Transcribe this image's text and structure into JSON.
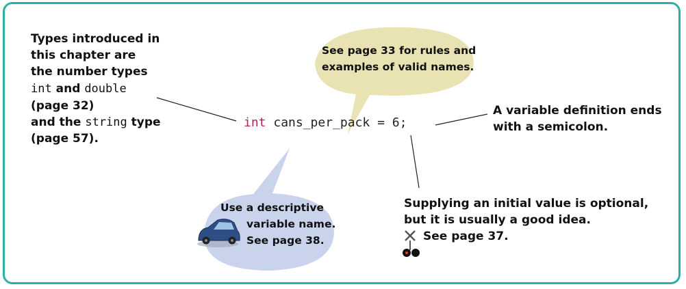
{
  "code": {
    "keyword": "int",
    "rest": " cans_per_pack = 6;"
  },
  "left_note": {
    "line1": "Types introduced in",
    "line2": "this chapter are",
    "line3": "the number types",
    "line4_code1": "int",
    "line4_and": " and ",
    "line4_code2": "double",
    "line5": "(page 32)",
    "line6_text": "and the ",
    "line6_code": "string",
    "line6_type": " type",
    "line7": "(page 57)."
  },
  "top_bubble": {
    "line1": "See page 33 for rules and",
    "line2": "examples of valid names."
  },
  "right_note": {
    "line1": "A variable definition ends",
    "line2": "with a semicolon."
  },
  "bottom_bubble": {
    "line1": "Use a descriptive",
    "line2": "variable name.",
    "line3": "See page 38."
  },
  "bottom_right_note": {
    "line1": "Supplying an initial value is optional,",
    "line2": "but it is usually a good idea.",
    "line3": "See page 37."
  },
  "icons": {
    "bubble_image": "car-icon",
    "note_image": "railroad-crossing-icon"
  },
  "colors": {
    "frame": "#2bb0a4",
    "top_bubble": "#e9e2b2",
    "bottom_bubble": "#c9d3ec",
    "keyword": "#c2185b"
  }
}
